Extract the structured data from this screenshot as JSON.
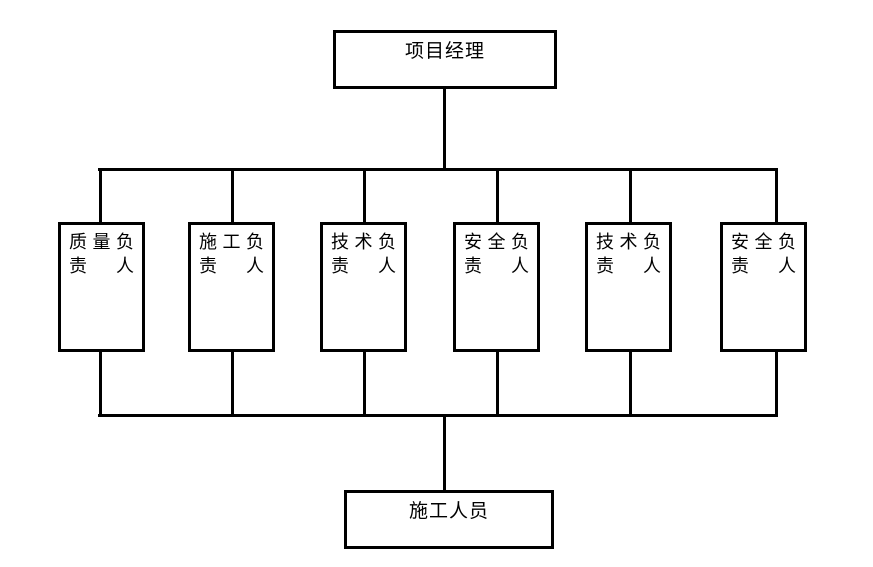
{
  "diagram": {
    "title_top": "项目经理",
    "title_bottom": "施工人员",
    "nodes": {
      "top": {
        "label": "项目经理"
      },
      "middle": [
        {
          "label": "质量负责人"
        },
        {
          "label": "施工负责人"
        },
        {
          "label": "技术负责人"
        },
        {
          "label": "安全负责人"
        },
        {
          "label": "技术负责人"
        },
        {
          "label": "安全负责人"
        }
      ],
      "bottom": {
        "label": "施工人员"
      }
    },
    "colors": {
      "background": "#ffffff",
      "stroke": "#000000",
      "text": "#000000"
    }
  }
}
